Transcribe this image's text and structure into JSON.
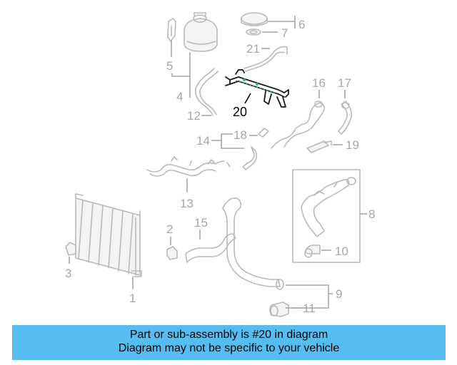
{
  "callouts": [
    "1",
    "2",
    "3",
    "4",
    "5",
    "6",
    "7",
    "8",
    "9",
    "10",
    "11",
    "12",
    "13",
    "14",
    "15",
    "16",
    "17",
    "18",
    "19",
    "20",
    "21"
  ],
  "highlighted_callout": "20",
  "banner": {
    "line1": "Part or sub-assembly is #20 in diagram",
    "line2": "Diagram may not be specific to your vehicle"
  },
  "colors": {
    "banner_bg": "#56bdf0",
    "part_outline": "#b9b9b9",
    "callout_text": "#a6a6a6",
    "highlight": "#000000",
    "highlight_accent": "#3aa98a"
  }
}
